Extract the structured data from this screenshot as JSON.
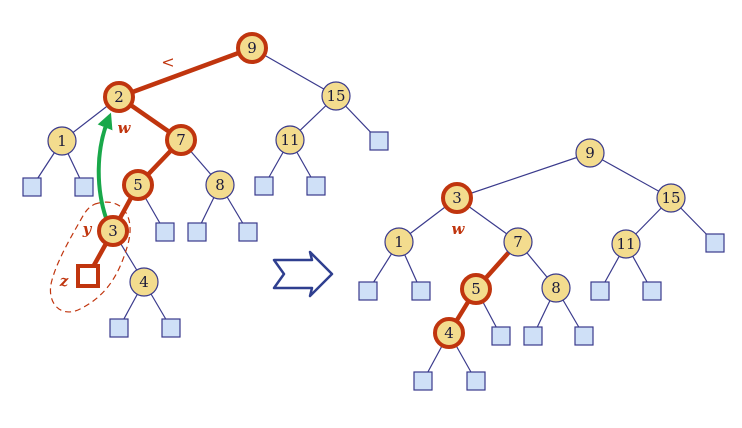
{
  "left_tree": {
    "nodes": [
      {
        "id": "n9",
        "label": "9"
      },
      {
        "id": "n2",
        "label": "2"
      },
      {
        "id": "n15",
        "label": "15"
      },
      {
        "id": "n1",
        "label": "1"
      },
      {
        "id": "n7",
        "label": "7"
      },
      {
        "id": "n11",
        "label": "11"
      },
      {
        "id": "n5",
        "label": "5"
      },
      {
        "id": "n8",
        "label": "8"
      },
      {
        "id": "n3",
        "label": "3"
      },
      {
        "id": "n4",
        "label": "4"
      }
    ],
    "annotations": {
      "less_than": "<",
      "w": "w",
      "y": "y",
      "z": "z"
    }
  },
  "right_tree": {
    "nodes": [
      {
        "id": "m9",
        "label": "9"
      },
      {
        "id": "m3",
        "label": "3"
      },
      {
        "id": "m15",
        "label": "15"
      },
      {
        "id": "m1",
        "label": "1"
      },
      {
        "id": "m7",
        "label": "7"
      },
      {
        "id": "m11",
        "label": "11"
      },
      {
        "id": "m5",
        "label": "5"
      },
      {
        "id": "m8",
        "label": "8"
      },
      {
        "id": "m4",
        "label": "4"
      }
    ],
    "annotations": {
      "w": "w"
    }
  },
  "colors": {
    "highlight": "#c0350e",
    "node_fill": "#f3dc8e",
    "leaf_fill": "#cfe0f7",
    "edge": "#3a3a8c",
    "arrow": "#19a84a"
  }
}
